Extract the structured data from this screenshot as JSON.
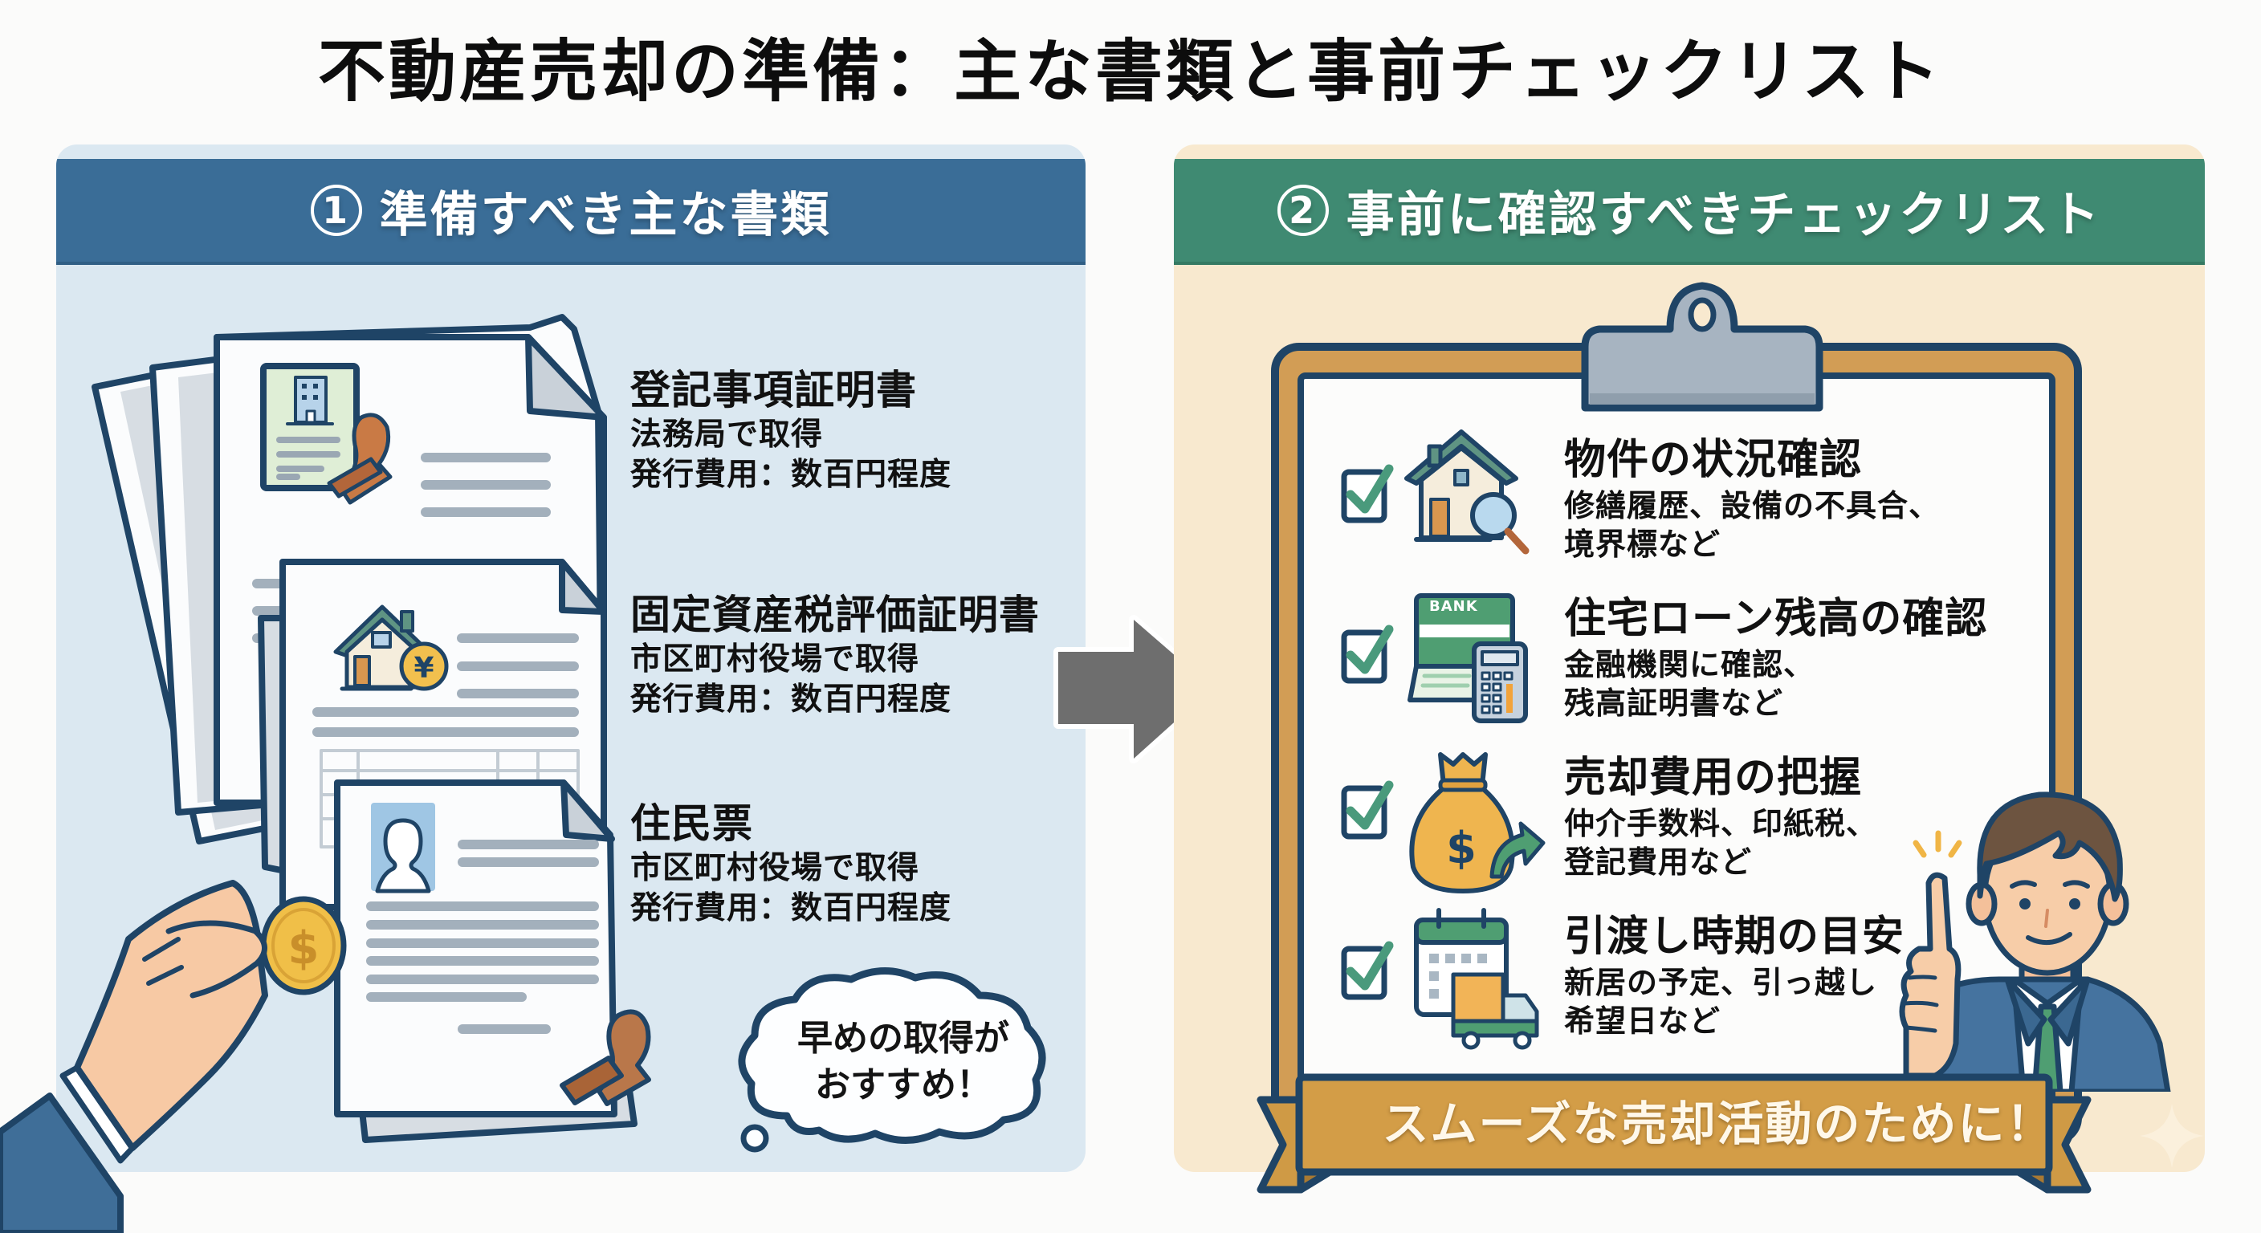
{
  "title": "不動産売却の準備：主な書類と事前チェックリスト",
  "colors": {
    "left_panel_bg": "#dbe8f1",
    "left_header": "#3a6d97",
    "right_panel_bg": "#f8e9cf",
    "right_header": "#3f8a72",
    "outline_navy": "#1f4466",
    "ribbon_ochre": "#cf9a45",
    "check_green": "#4a9a7c",
    "arrow_gray": "#6e6e6e"
  },
  "left_panel": {
    "number": "1",
    "header": "準備すべき主な書類",
    "documents": [
      {
        "name": "登記事項証明書",
        "where": "法務局で取得",
        "cost": "発行費用：数百円程度",
        "icon": "building-certificate-stamp-icon"
      },
      {
        "name": "固定資産税評価証明書",
        "where": "市区町村役場で取得",
        "cost": "発行費用：数百円程度",
        "icon": "house-yen-icon"
      },
      {
        "name": "住民票",
        "where": "市区町村役場で取得",
        "cost": "発行費用：数百円程度",
        "icon": "person-id-icon"
      }
    ],
    "bubble": {
      "line1": "早めの取得が",
      "line2": "おすすめ！"
    }
  },
  "arrow": {
    "icon": "right-arrow-icon"
  },
  "right_panel": {
    "number": "2",
    "header": "事前に確認すべきチェックリスト",
    "items": [
      {
        "title": "物件の状況確認",
        "line1": "修繕履歴、設備の不具合、",
        "line2": "境界標など",
        "checked": true,
        "icon": "house-magnifier-icon"
      },
      {
        "title": "住宅ローン残高の確認",
        "line1": "金融機関に確認、",
        "line2": "残高証明書など",
        "checked": true,
        "icon": "bankbook-calculator-icon",
        "icon_label": "BANK"
      },
      {
        "title": "売却費用の把握",
        "line1": "仲介手数料、印紙税、",
        "line2": "登記費用など",
        "checked": true,
        "icon": "money-bag-icon"
      },
      {
        "title": "引渡し時期の目安",
        "line1": "新居の予定、引っ越し",
        "line2": "希望日など",
        "checked": true,
        "icon": "calendar-truck-icon"
      }
    ],
    "ribbon": "スムーズな売却活動のために！"
  }
}
